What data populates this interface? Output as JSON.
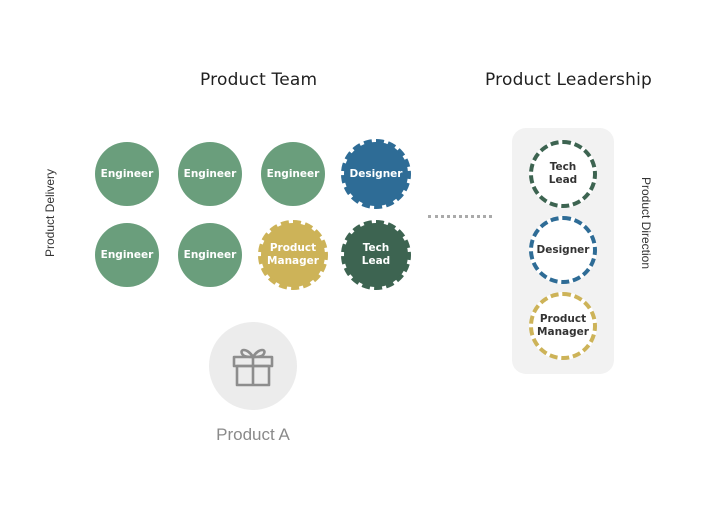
{
  "headings": {
    "team": "Product Team",
    "leadership": "Product Leadership"
  },
  "side_labels": {
    "delivery": "Product Delivery",
    "direction": "Product Direction"
  },
  "team": {
    "row1": [
      "Engineer",
      "Engineer",
      "Engineer",
      "Designer"
    ],
    "row2": [
      "Engineer",
      "Engineer",
      "Product\nManager",
      "Tech\nLead"
    ]
  },
  "leadership": [
    "Tech\nLead",
    "Designer",
    "Product\nManager"
  ],
  "product": {
    "label": "Product A",
    "icon": "gift-icon"
  },
  "colors": {
    "engineer": "#6a9e7c",
    "designer": "#2e6c96",
    "product_manager": "#cdb358",
    "tech_lead": "#3d6451",
    "panel": "#f2f2f2",
    "connector": "#aaaaaa"
  }
}
